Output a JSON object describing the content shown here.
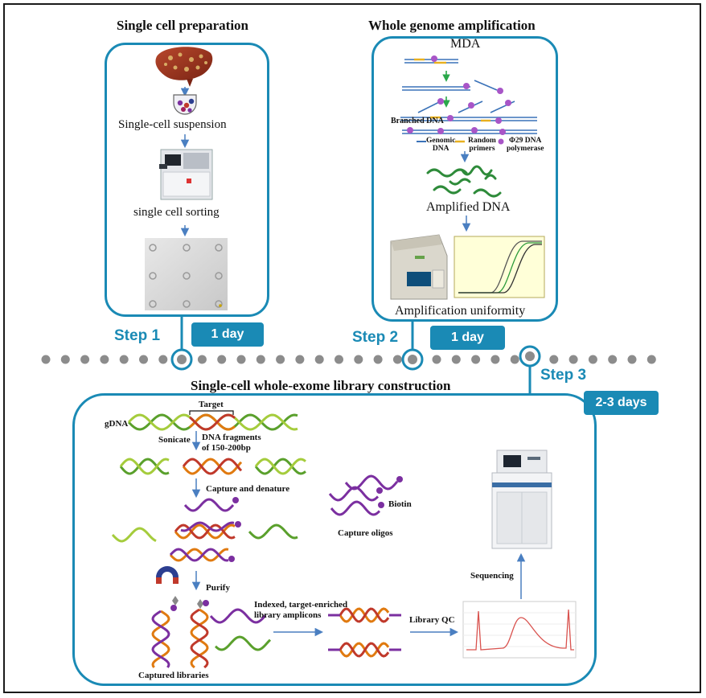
{
  "colors": {
    "accent": "#1a8ab5",
    "dots": "#8c8c8c",
    "arrow": "#4a7fc1"
  },
  "prep": {
    "title": "Single cell preparation",
    "suspension": "Single-cell suspension",
    "sorting": "single cell sorting"
  },
  "wga": {
    "title": "Whole genome amplification",
    "method": "MDA",
    "branched": "Branched DNA",
    "genomic": "Genomic",
    "genomic2": "DNA",
    "random": "Random",
    "random2": "primers",
    "polymerase": "Φ29 DNA",
    "polymerase2": "polymerase",
    "amplified": "Amplified DNA",
    "uniformity": "Amplification uniformity"
  },
  "steps": [
    {
      "label": "Step 1",
      "duration": "1 day"
    },
    {
      "label": "Step 2",
      "duration": "1 day"
    },
    {
      "label": "Step 3",
      "duration": "2-3 days"
    }
  ],
  "lib": {
    "title": "Single-cell whole-exome library construction",
    "gdna": "gDNA",
    "target": "Target",
    "sonicate": "Sonicate",
    "fragments1": "DNA fragments",
    "fragments2": "of 150-200bp",
    "capture": "Capture and denature",
    "biotin": "Biotin",
    "oligos": "Capture oligos",
    "purify": "Purify",
    "indexed1": "Indexed, target-enriched",
    "indexed2": "library amplicons",
    "qc": "Library QC",
    "sequencing": "Sequencing",
    "captured": "Captured libraries"
  }
}
